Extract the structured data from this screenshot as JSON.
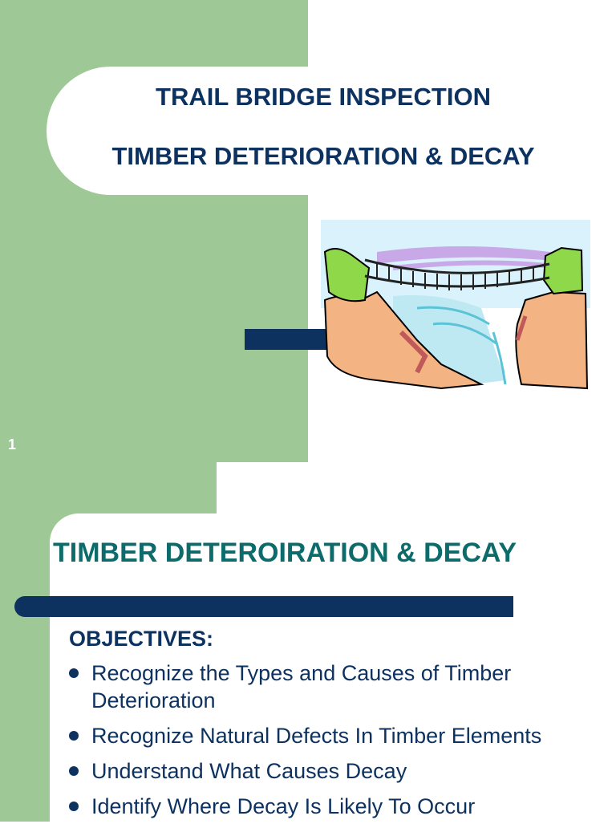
{
  "slide1": {
    "title_line1": "TRAIL BRIDGE INSPECTION",
    "title_line2": "TIMBER DETERIORATION & DECAY",
    "slide_number": "1",
    "image_icon": "suspension-bridge-clipart"
  },
  "slide2": {
    "title": "TIMBER DETEROIRATION & DECAY",
    "objectives_heading": "OBJECTIVES:",
    "objectives": [
      "Recognize the Types and Causes of Timber Deterioration",
      "Recognize Natural Defects In Timber Elements",
      "Understand What Causes Decay",
      "Identify Where Decay Is Likely To Occur"
    ]
  },
  "colors": {
    "green_panel": "#9ec996",
    "navy": "#0d3260",
    "teal_title": "#0d6b6b"
  }
}
